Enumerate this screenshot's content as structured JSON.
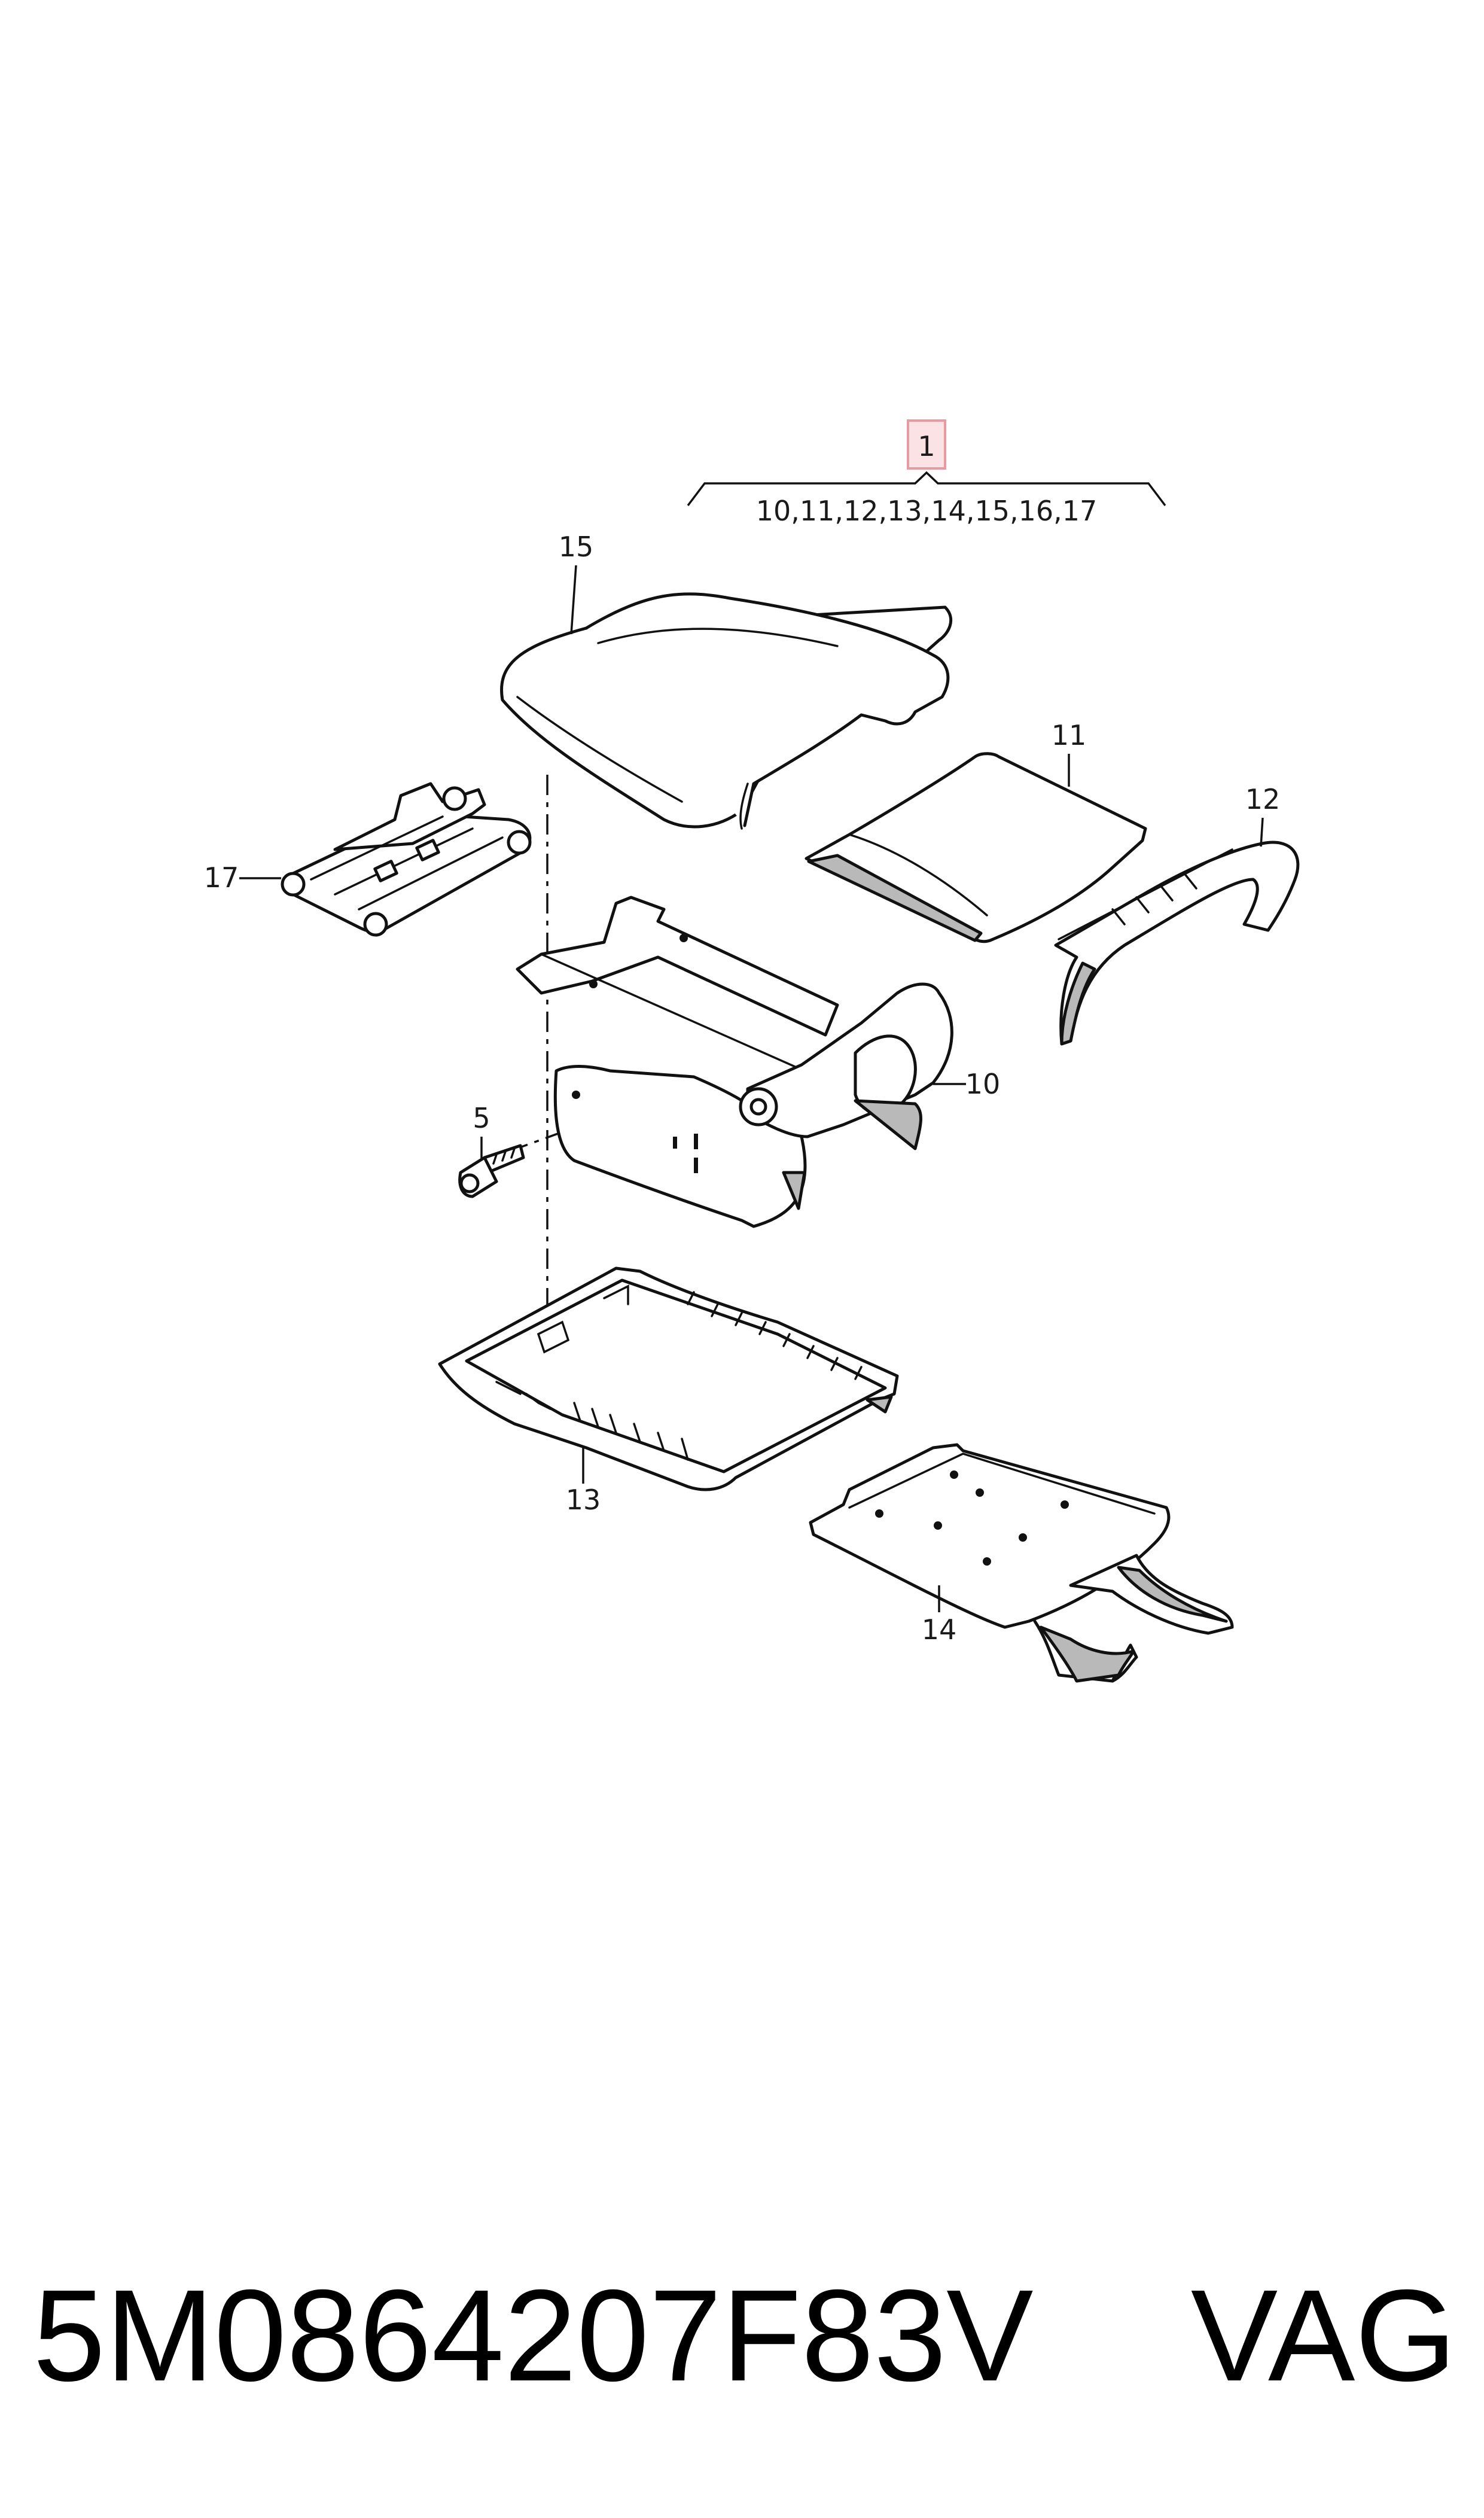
{
  "callouts": {
    "c1": "1",
    "assembly": "10,11,12,13,14,15,16,17",
    "c15": "15",
    "c11": "11",
    "c12": "12",
    "c17": "17",
    "c10": "10",
    "c5": "5",
    "c13": "13",
    "c14": "14"
  },
  "highlight_color": "#e89aa0",
  "footer": {
    "part_number": "5M0864207F83V",
    "brand": "VAG"
  }
}
